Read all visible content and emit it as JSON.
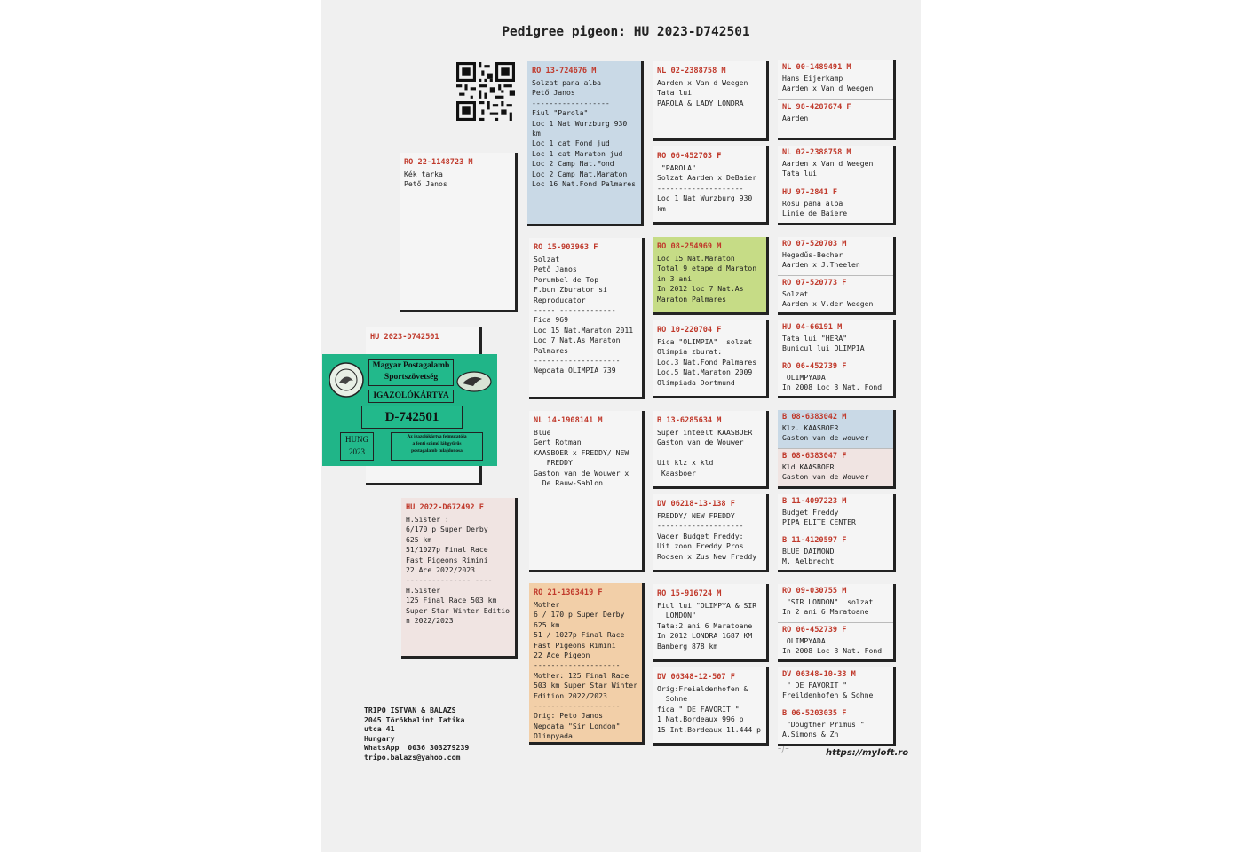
{
  "title": "Pedigree pigeon: HU 2023-D742501",
  "subject": {
    "ring": "HU 2023-D742501"
  },
  "id_card": {
    "org_line1": "Magyar Postagalamb",
    "org_line2": "Sportszövetség",
    "card_type": "IGAZOLÓKÁRTYA",
    "number": "D-742501",
    "country": "HUNG",
    "year": "2023",
    "note": "Az igazolókártya felmutatója\na fenti számú lábgyűrűs\npostagalamb tulajdonosa"
  },
  "siblings": [
    {
      "ring": "RO 22-1148723 M",
      "text": "Kék tarka\nPető Janos"
    },
    {
      "ring": "HU 2022-D672492 F",
      "text": "H.Sister :\n6/170 p Super Derby\n625 km\n51/1027p Final Race\nFast Pigeons Rimini\n22 Ace 2022/2023\n--------------- ----\nH.Sister\n125 Final Race 503 km\nSuper Star Winter Editio\nn 2022/2023"
    }
  ],
  "parents": [
    {
      "ring": "RO 13-724676 M",
      "text": "Solzat pana alba\nPető Janos\n------------------\nFiul \"Parola\"\nLoc 1 Nat Wurzburg 930\nkm\nLoc 1 cat Fond jud\nLoc 1 cat Maraton jud\nLoc 2 Camp Nat.Fond\nLoc 2 Camp Nat.Maraton\nLoc 16 Nat.Fond Palmares"
    },
    {
      "ring": "RO 15-903963 F",
      "text": "Solzat\nPető Janos\nPorumbel de Top\nF.bun Zburator si\nReproducator\n----- -------------\nFica 969\nLoc 15 Nat.Maraton 2011\nLoc 7 Nat.As Maraton\nPalmares\n--------------------\nNepoata OLIMPIA 739"
    },
    {
      "ring": "NL 14-1908141 M",
      "text": "Blue\nGert Rotman\nKAASBOER x FREDDY/ NEW\n   FREDDY\nGaston van de Wouwer x\n  De Rauw-Sablon"
    },
    {
      "ring": "RO 21-1303419 F",
      "text": "Mother\n6 / 170 p Super Derby\n625 km\n51 / 1027p Final Race\nFast Pigeons Rimini\n22 Ace Pigeon\n--------------------\nMother: 125 Final Race\n503 km Super Star Winter\nEdition 2022/2023\n--------------------\nOrig: Peto Janos\nNepoata \"Sir London\"\nOlimpyada"
    }
  ],
  "grandparents": [
    {
      "ring": "NL 02-2388758 M",
      "text": "Aarden x Van d Weegen\nTata lui\nPAROLA & LADY LONDRA"
    },
    {
      "ring": "RO 06-452703 F",
      "text": " \"PAROLA\"\nSolzat Aarden x DeBaier\n--------------------\nLoc 1 Nat Wurzburg 930\nkm"
    },
    {
      "ring": "RO 08-254969 M",
      "text": "Loc 15 Nat.Maraton\nTotal 9 etape d Maraton\nin 3 ani\nIn 2012 loc 7 Nat.As\nMaraton Palmares"
    },
    {
      "ring": "RO 10-220704 F",
      "text": "Fica \"OLIMPIA\"  solzat\nOlimpia zburat:\nLoc.3 Nat.Fond Palmares\nLoc.5 Nat.Maraton 2009\nOlimpiada Dortmund"
    },
    {
      "ring": "B 13-6285634 M",
      "text": "Super inteelt KAASBOER\nGaston van de Wouwer\n\nUit klz x kld\n Kaasboer"
    },
    {
      "ring": "DV 06218-13-138 F",
      "text": "FREDDY/ NEW FREDDY\n--------------------\nVader Budget Freddy:\nUit zoon Freddy Pros\nRoosen x Zus New Freddy"
    },
    {
      "ring": "RO 15-916724 M",
      "text": "Fiul lui \"OLIMPYA & SIR\n  LONDON\"\nTata:2 ani 6 Maratoane\nIn 2012 LONDRA 1687 KM\nBamberg 878 km"
    },
    {
      "ring": "DV 06348-12-507 F",
      "text": "Orig:Freialdenhofen &\n  Sohne\nfica \" DE FAVORIT \"\n1 Nat.Bordeaux 996 p\n15 Int.Bordeaux 11.444 p"
    }
  ],
  "great_grandparents": [
    {
      "ring": "NL 00-1489491 M",
      "text": "Hans Eijerkamp\nAarden x Van d Weegen"
    },
    {
      "ring": "NL 98-4287674 F",
      "text": "Aarden"
    },
    {
      "ring": "NL 02-2388758 M",
      "text": "Aarden x Van d Weegen\nTata lui"
    },
    {
      "ring": "HU 97-2841 F",
      "text": "Rosu pana alba\nLinie de Baiere"
    },
    {
      "ring": "RO 07-520703 M",
      "text": "Hegedűs-Becher\nAarden x J.Theelen"
    },
    {
      "ring": "RO 07-520773 F",
      "text": "Solzat\nAarden x V.der Weegen"
    },
    {
      "ring": "HU 04-66191 M",
      "text": "Tata lui \"HERA\"\nBunicul lui OLIMPIA"
    },
    {
      "ring": "RO 06-452739 F",
      "text": " OLIMPYADA\nIn 2008 Loc 3 Nat. Fond"
    },
    {
      "ring": "B 08-6383042 M",
      "text": "Klz. KAASBOER\nGaston van de wouwer"
    },
    {
      "ring": "B 08-6383047 F",
      "text": "Kld KAASBOER\nGaston van de Wouwer"
    },
    {
      "ring": "B 11-4097223 M",
      "text": "Budget Freddy\nPIPA ELITE CENTER"
    },
    {
      "ring": "B 11-4120597 F",
      "text": "BLUE DAIMOND\nM. Aelbrecht"
    },
    {
      "ring": "RO 09-030755 M",
      "text": " \"SIR LONDON\"  solzat\nIn 2 ani 6 Maratoane"
    },
    {
      "ring": "RO 06-452739 F",
      "text": " OLIMPYADA\nIn 2008 Loc 3 Nat. Fond"
    },
    {
      "ring": "DV 06348-10-33 M",
      "text": " \" DE FAVORIT \"\nFreildenhofen & Sohne"
    },
    {
      "ring": "B 06-5203035 F",
      "text": " \"Dougther Primus \"\nA.Simons & Zn"
    }
  ],
  "footer": {
    "address": "TRIPO ISTVAN & BALAZS\n2045 Törökbalint Tatika\nutca 41\nHungary\nWhatsApp  0036 303279239\ntripo.balazs@yahoo.com",
    "url": "https://myloft.ro"
  },
  "colors": {
    "ring_red": "#c0392b",
    "blue_card": "#c9d9e6",
    "green_card": "#c6dc86",
    "orange_card": "#f2cfa8",
    "pink_card": "#f0e4e2",
    "id_card_green": "#20b588"
  }
}
